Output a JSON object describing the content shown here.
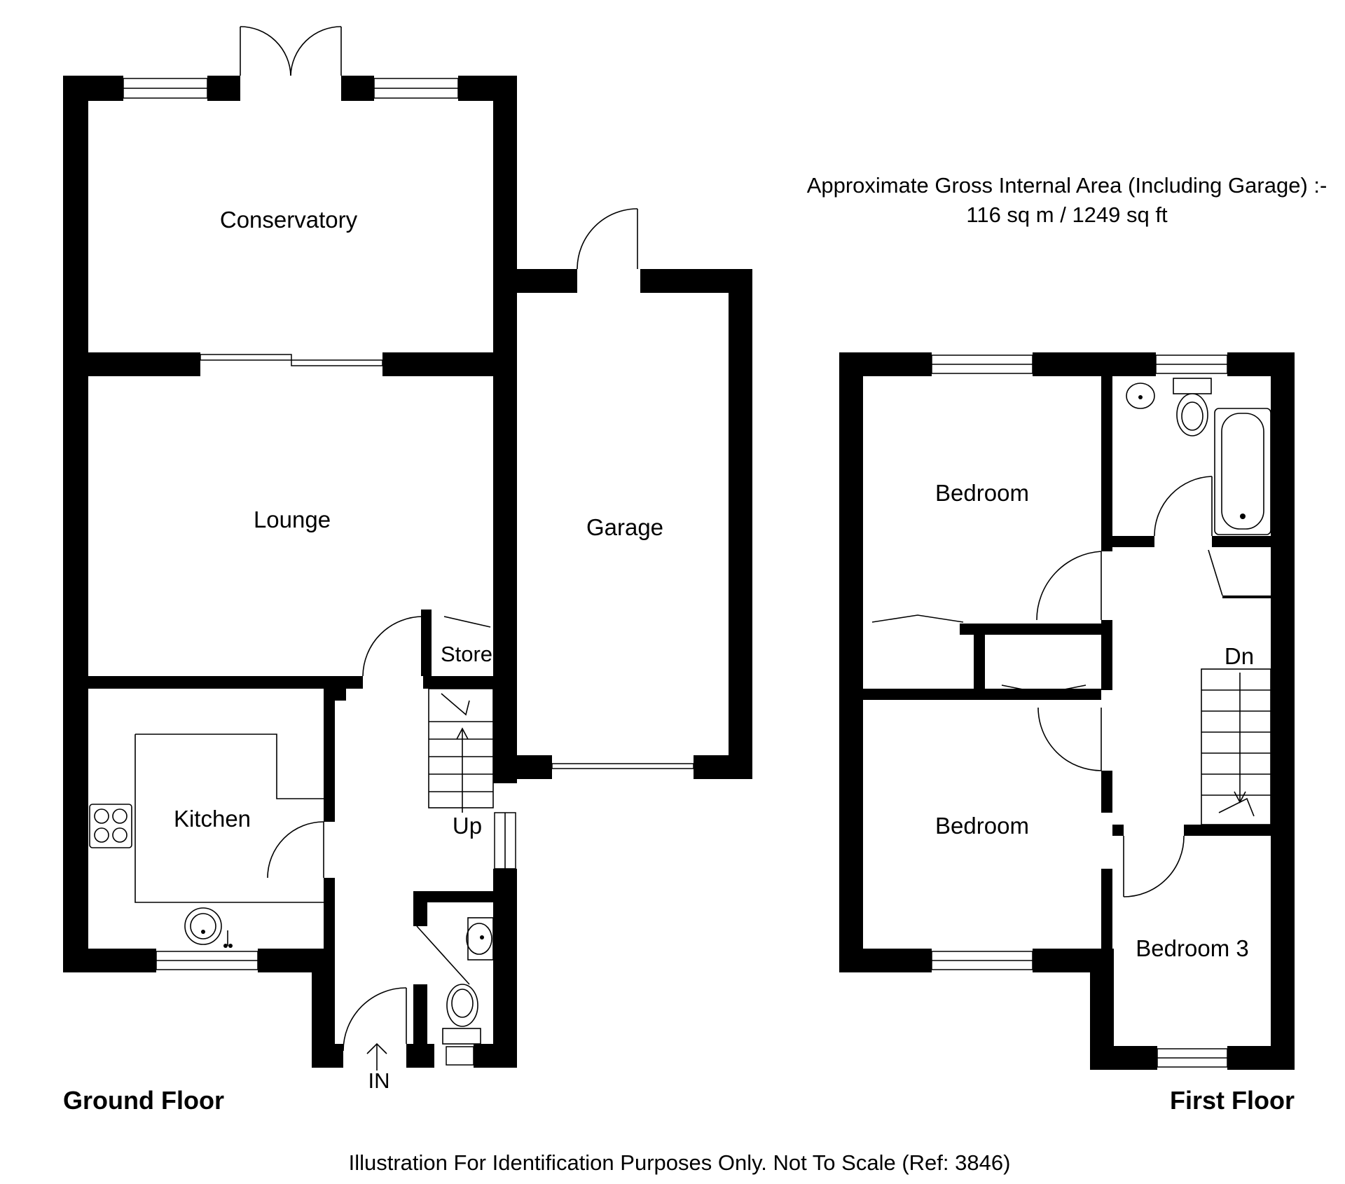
{
  "area": {
    "line1": "Approximate Gross Internal Area (Including Garage) :-",
    "line2": "116 sq m / 1249 sq ft"
  },
  "ground_floor": {
    "title": "Ground Floor",
    "rooms": {
      "conservatory": "Conservatory",
      "lounge": "Lounge",
      "garage": "Garage",
      "store": "Store",
      "kitchen": "Kitchen"
    },
    "stairs_label": "Up",
    "entrance_label": "IN"
  },
  "first_floor": {
    "title": "First Floor",
    "rooms": {
      "bedroom_top": "Bedroom",
      "bedroom_mid": "Bedroom",
      "bedroom_3": "Bedroom 3"
    },
    "stairs_label": "Dn"
  },
  "footer": {
    "disclaimer": "Illustration For Identification Purposes Only. Not To Scale (Ref: 3846)"
  }
}
